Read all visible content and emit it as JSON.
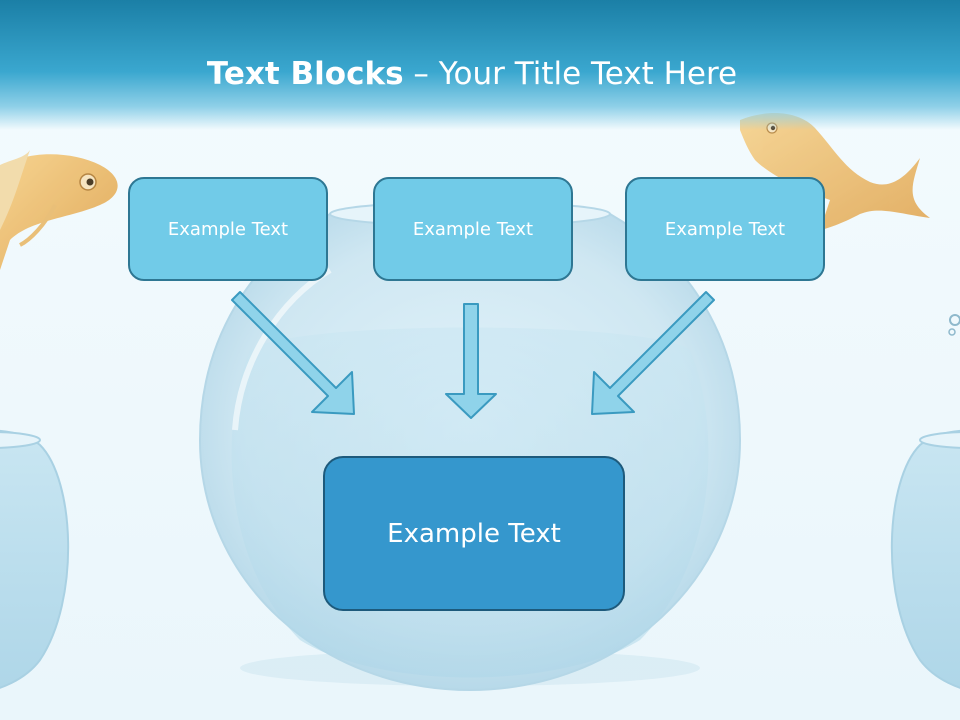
{
  "slide": {
    "title_bold": "Text Blocks",
    "title_dash": " – ",
    "title_rest": "Your Title Text Here",
    "blocks": [
      {
        "text": "Example Text"
      },
      {
        "text": "Example Text"
      },
      {
        "text": "Example Text"
      }
    ],
    "center_block": {
      "text": "Example Text"
    }
  },
  "colors": {
    "header": "#2a96be",
    "small_box_fill": "#71cbe8",
    "small_box_border": "#2e7793",
    "center_box_fill": "#3597cd",
    "center_box_border": "#1d5a7c",
    "arrow_fill": "#8fd3ea",
    "arrow_stroke": "#3a9ac0"
  },
  "icons": {
    "decor": [
      "goldfish-icon",
      "goldfish-icon",
      "fishbowl-icon",
      "fishbowl-icon",
      "fishbowl-icon"
    ],
    "arrows": [
      "arrow-down-right-icon",
      "arrow-down-icon",
      "arrow-down-left-icon"
    ]
  }
}
